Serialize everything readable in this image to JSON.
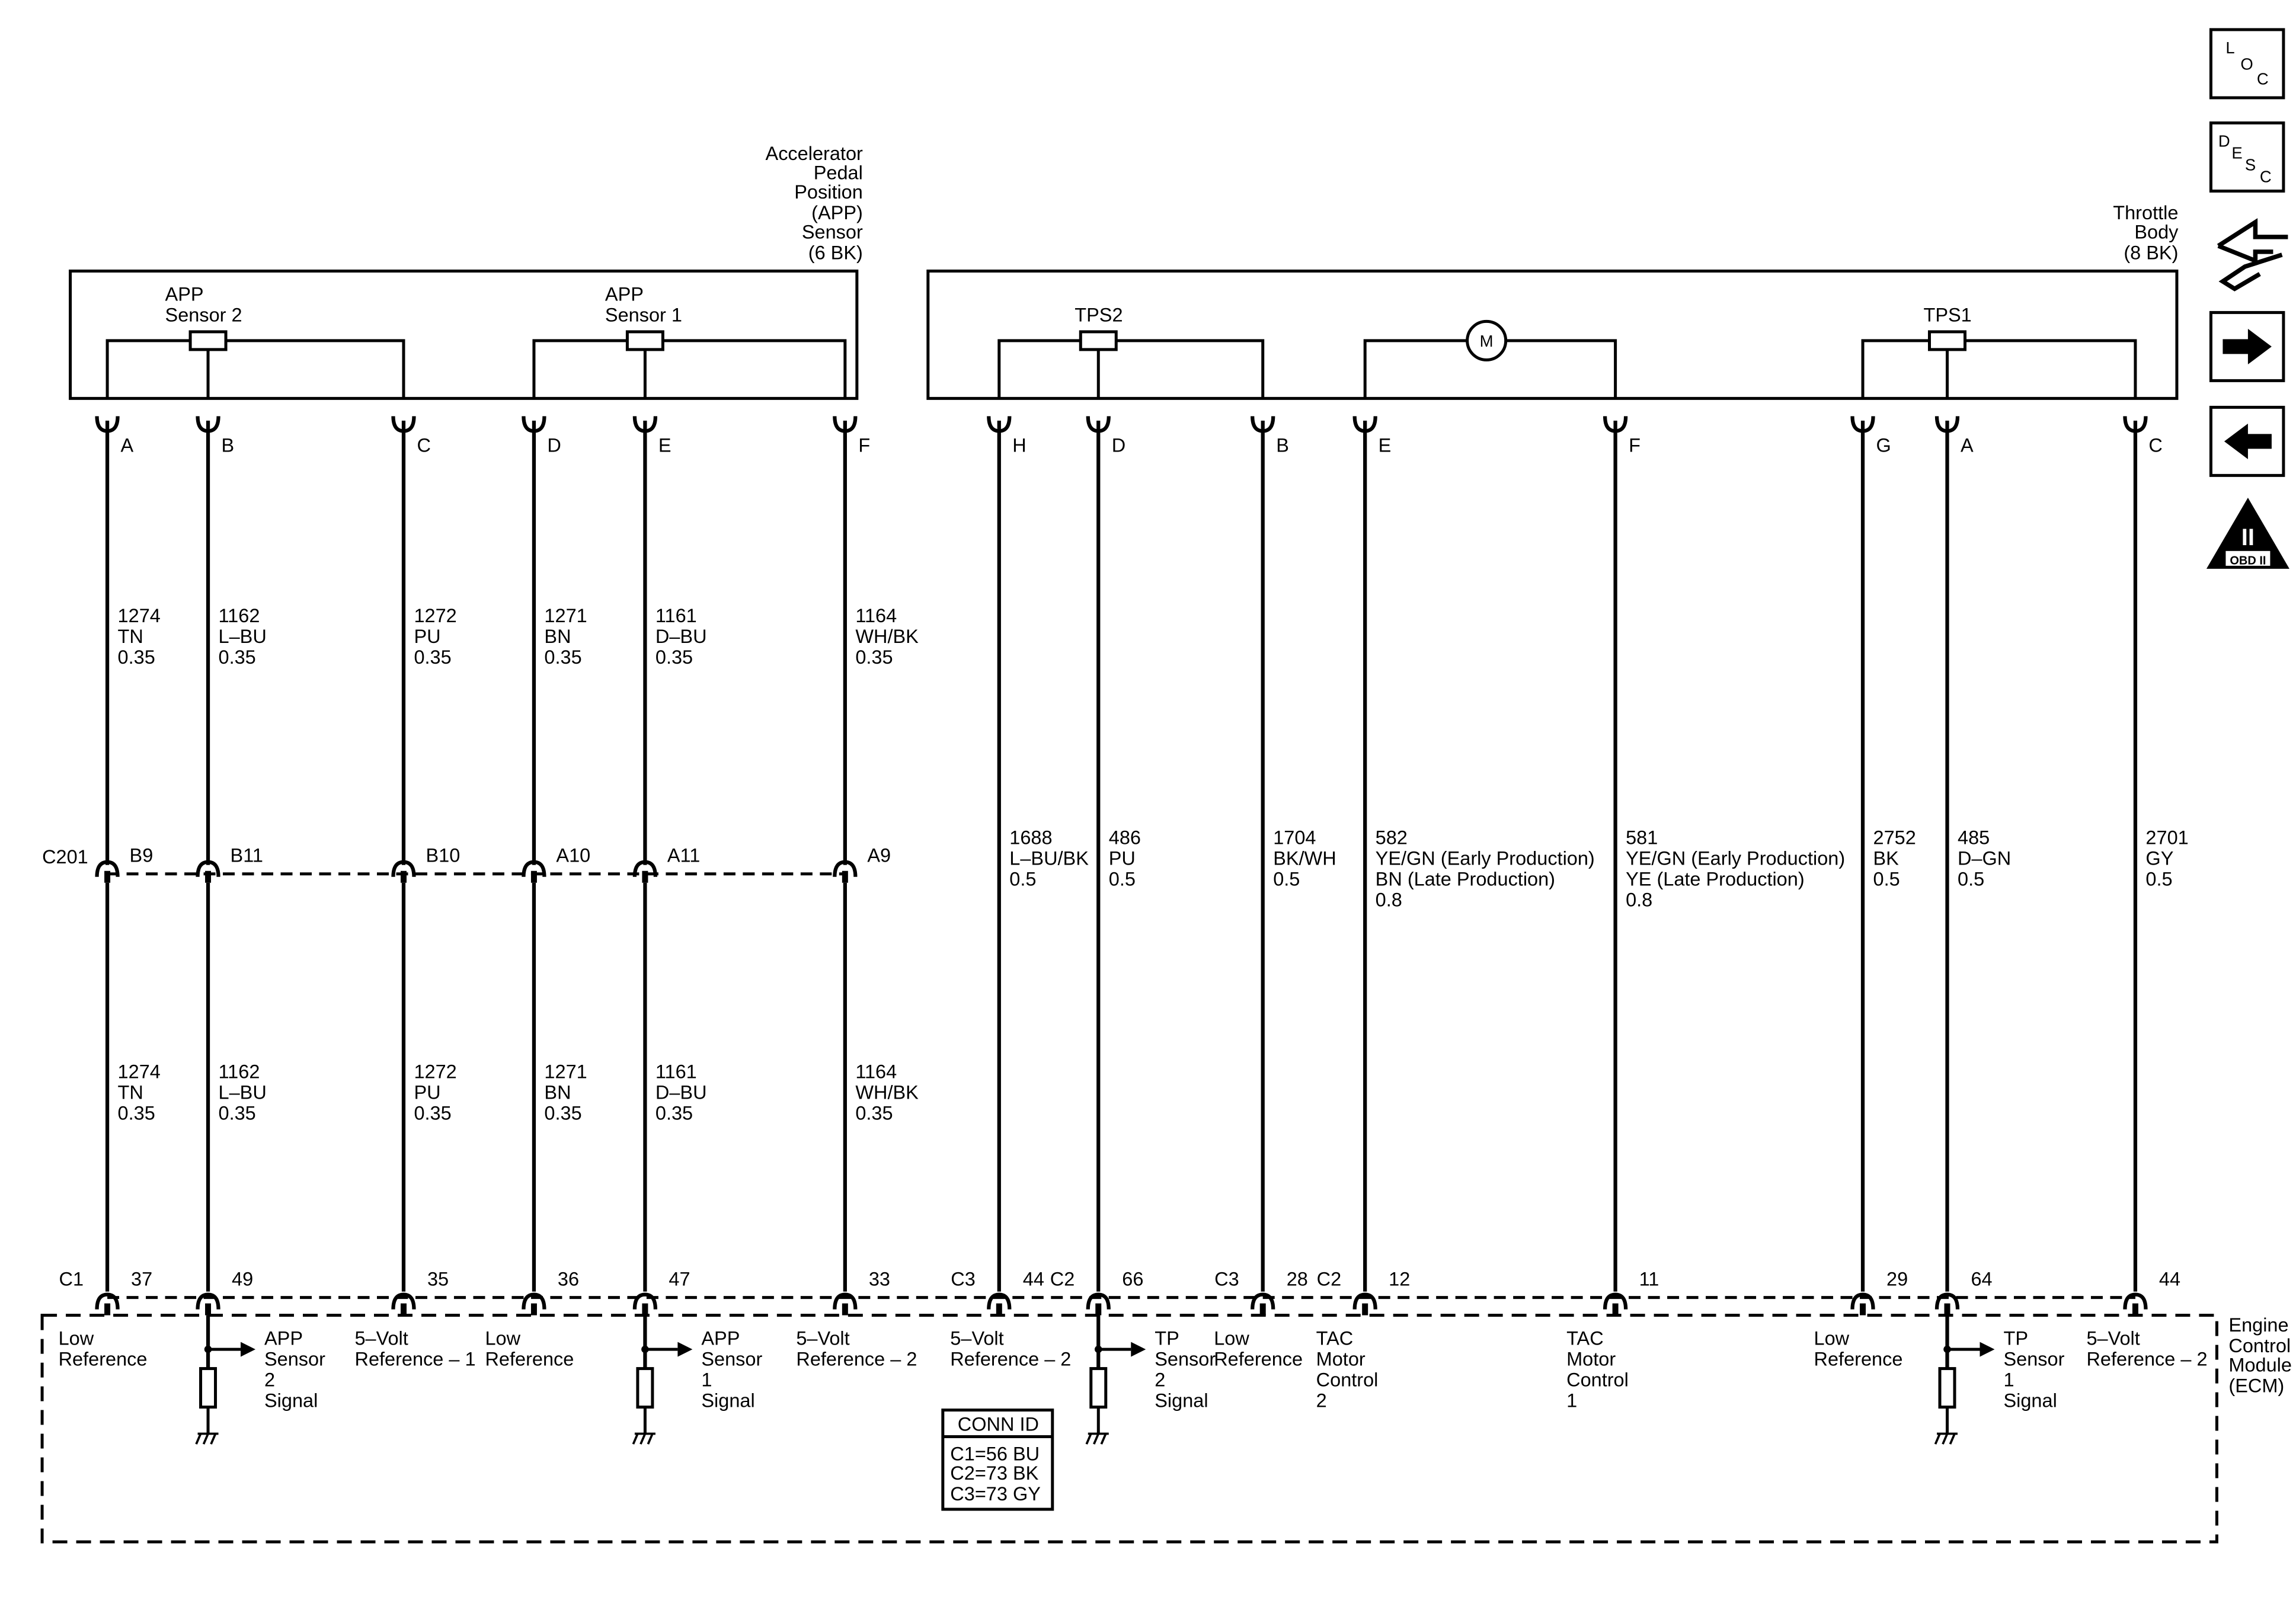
{
  "app_component": {
    "title_lines": [
      "Accelerator",
      "Pedal",
      "Position",
      "(APP)",
      "Sensor",
      "(6 BK)"
    ],
    "sensors": [
      {
        "label_lines": [
          "APP",
          "Sensor 2"
        ],
        "pins": [
          "A",
          "B",
          "C"
        ]
      },
      {
        "label_lines": [
          "APP",
          "Sensor 1"
        ],
        "pins": [
          "D",
          "E",
          "F"
        ]
      }
    ]
  },
  "throttle_body": {
    "title_lines": [
      "Throttle",
      "Body",
      "(8 BK)"
    ],
    "tps2_label": "TPS2",
    "tps1_label": "TPS1",
    "motor_label": "M",
    "pins": [
      "H",
      "D",
      "B",
      "E",
      "F",
      "G",
      "A",
      "C"
    ]
  },
  "inline_connector": {
    "name": "C201",
    "cavities": [
      "B9",
      "B11",
      "B10",
      "A10",
      "A11",
      "A9"
    ]
  },
  "app_wires_upper": [
    [
      "1274",
      "TN",
      "0.35"
    ],
    [
      "1162",
      "L–BU",
      "0.35"
    ],
    [
      "1272",
      "PU",
      "0.35"
    ],
    [
      "1271",
      "BN",
      "0.35"
    ],
    [
      "1161",
      "D–BU",
      "0.35"
    ],
    [
      "1164",
      "WH/BK",
      "0.35"
    ]
  ],
  "app_wires_lower": [
    [
      "1274",
      "TN",
      "0.35"
    ],
    [
      "1162",
      "L–BU",
      "0.35"
    ],
    [
      "1272",
      "PU",
      "0.35"
    ],
    [
      "1271",
      "BN",
      "0.35"
    ],
    [
      "1161",
      "D–BU",
      "0.35"
    ],
    [
      "1164",
      "WH/BK",
      "0.35"
    ]
  ],
  "throttle_wires": [
    [
      "1688",
      "L–BU/BK",
      "0.5"
    ],
    [
      "486",
      "PU",
      "0.5"
    ],
    [
      "1704",
      "BK/WH",
      "0.5"
    ],
    [
      "582",
      "YE/GN (Early Production)",
      "BN (Late Production)",
      "0.8"
    ],
    [
      "581",
      "YE/GN (Early Production)",
      "YE (Late Production)",
      "0.8"
    ],
    [
      "2752",
      "BK",
      "0.5"
    ],
    [
      "485",
      "D–GN",
      "0.5"
    ],
    [
      "2701",
      "GY",
      "0.5"
    ]
  ],
  "ecm": {
    "title_lines": [
      "Engine",
      "Control",
      "Module",
      "(ECM)"
    ],
    "connector_labels": [
      {
        "conn": "C1",
        "pin": "37"
      },
      {
        "conn": "",
        "pin": "49"
      },
      {
        "conn": "",
        "pin": "35"
      },
      {
        "conn": "",
        "pin": "36"
      },
      {
        "conn": "",
        "pin": "47"
      },
      {
        "conn": "",
        "pin": "33"
      },
      {
        "conn": "C3",
        "pin": "44"
      },
      {
        "conn": "C2",
        "pin": "66"
      },
      {
        "conn": "C3",
        "pin": "28"
      },
      {
        "conn": "C2",
        "pin": "12"
      },
      {
        "conn": "",
        "pin": "11"
      },
      {
        "conn": "",
        "pin": "29"
      },
      {
        "conn": "",
        "pin": "64"
      },
      {
        "conn": "",
        "pin": "44"
      }
    ],
    "circuits": [
      [
        "Low",
        "Reference"
      ],
      [
        "APP",
        "Sensor",
        "2",
        "Signal"
      ],
      [
        "5–Volt",
        "Reference – 1"
      ],
      [
        "Low",
        "Reference"
      ],
      [
        "APP",
        "Sensor",
        "1",
        "Signal"
      ],
      [
        "5–Volt",
        "Reference – 2"
      ],
      [
        "5–Volt",
        "Reference – 2"
      ],
      [
        "TP",
        "Sensor",
        "2",
        "Signal"
      ],
      [
        "Low",
        "Reference"
      ],
      [
        "TAC",
        "Motor",
        "Control",
        "2"
      ],
      [
        "TAC",
        "Motor",
        "Control",
        "1"
      ],
      [
        "Low",
        "Reference"
      ],
      [
        "TP",
        "Sensor",
        "1",
        "Signal"
      ],
      [
        "5–Volt",
        "Reference – 2"
      ]
    ],
    "conn_id": {
      "title": "CONN ID",
      "lines": [
        "C1=56 BU",
        "C2=73 BK",
        "C3=73 GY"
      ]
    }
  },
  "nav_icons": [
    {
      "name": "loc-icon",
      "letters": [
        "L",
        "O",
        "C"
      ]
    },
    {
      "name": "desc-icon",
      "letters": [
        "D",
        "E",
        "S",
        "C"
      ]
    },
    {
      "name": "cross-reference-icon"
    },
    {
      "name": "next-arrow-icon"
    },
    {
      "name": "previous-arrow-icon"
    },
    {
      "name": "obd-ii-icon",
      "letters": [
        "II",
        "OBD II"
      ]
    }
  ],
  "colors": {
    "line": "#000000",
    "background": "#ffffff"
  }
}
